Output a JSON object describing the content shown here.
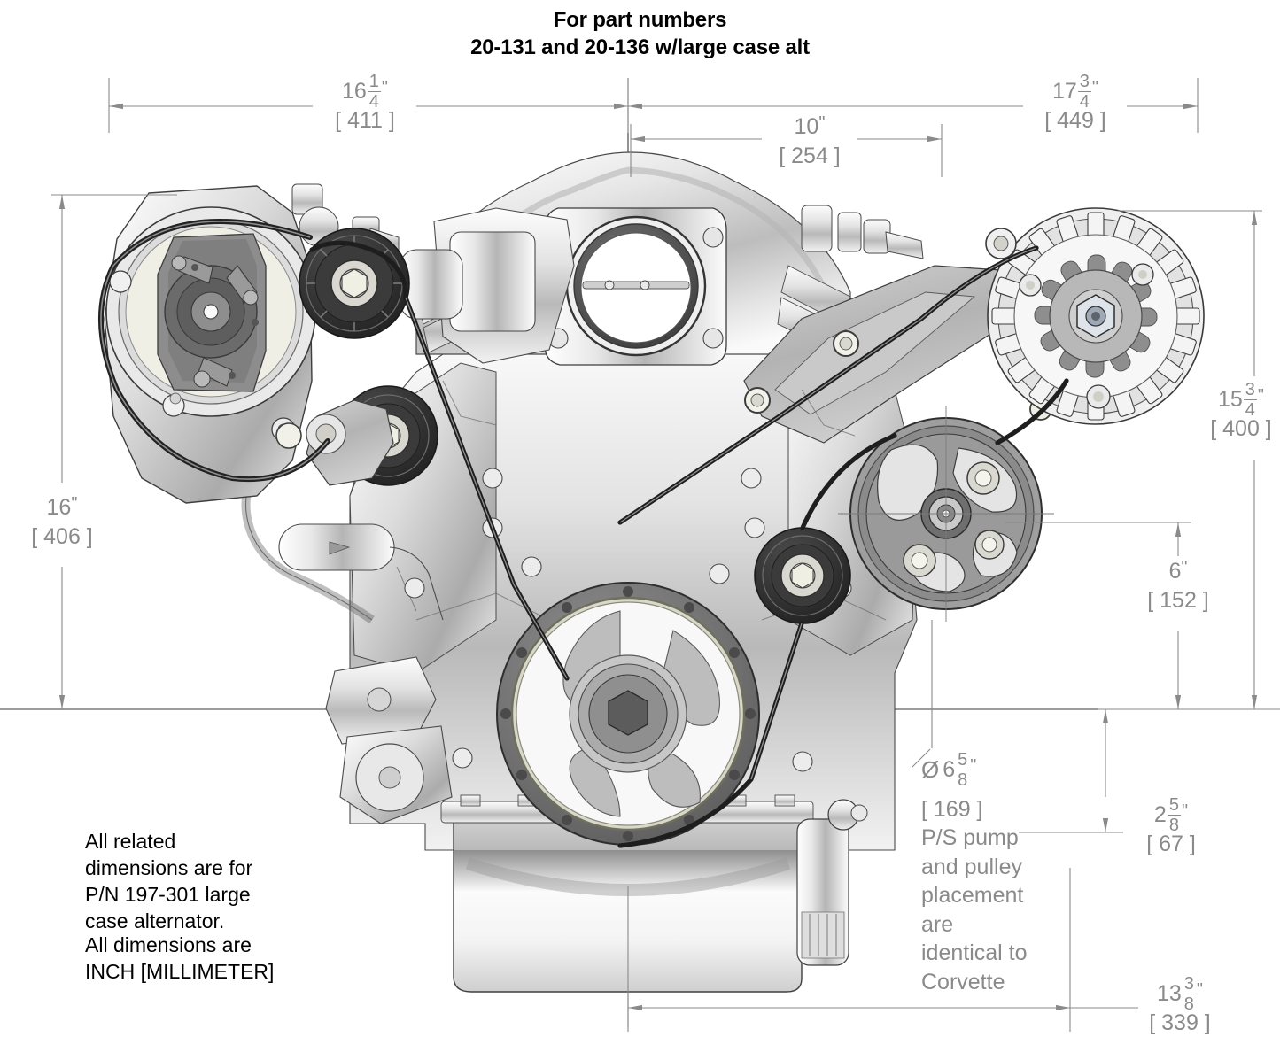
{
  "title": {
    "line1": "For part numbers",
    "line2": "20-131 and 20-136 w/large case alt"
  },
  "drawing": {
    "subject": "LS engine front accessory drive belt routing assembly",
    "units_note": "INCH [MILLIMETER]",
    "line_color": "#8a8a8a",
    "text_color": "#000000"
  },
  "dimensions": {
    "top_left": {
      "whole": "16",
      "num": "1",
      "den": "4",
      "unit": "\"",
      "metric": "[ 411 ]"
    },
    "top_center": {
      "whole": "10",
      "num": "",
      "den": "",
      "unit": "\"",
      "metric": "[ 254 ]"
    },
    "top_right": {
      "whole": "17",
      "num": "3",
      "den": "4",
      "unit": "\"",
      "metric": "[ 449 ]"
    },
    "left_vertical": {
      "whole": "16",
      "num": "",
      "den": "",
      "unit": "\"",
      "metric": "[ 406 ]"
    },
    "right_vertical_upper": {
      "whole": "15",
      "num": "3",
      "den": "4",
      "unit": "\"",
      "metric": "[ 400 ]"
    },
    "right_vertical_mid": {
      "whole": "6",
      "num": "",
      "den": "",
      "unit": "\"",
      "metric": "[ 152 ]"
    },
    "right_vertical_lower": {
      "whole": "2",
      "num": "5",
      "den": "8",
      "unit": "\"",
      "metric": "[ 67 ]"
    },
    "bottom_right": {
      "whole": "13",
      "num": "3",
      "den": "8",
      "unit": "\"",
      "metric": "[ 339 ]"
    },
    "ps_pulley_diameter": {
      "symbol": "Ø",
      "whole": "6",
      "num": "5",
      "den": "8",
      "unit": "\"",
      "metric": "[ 169 ]"
    }
  },
  "annotations": {
    "ps_pump_note": "P/S pump\nand pulley\nplacement\nare\nidentical to\nCorvette",
    "note_alternator": "All related\ndimensions are for\nP/N 197-301 large\ncase alternator.",
    "note_units": "All dimensions are\nINCH [MILLIMETER]"
  }
}
